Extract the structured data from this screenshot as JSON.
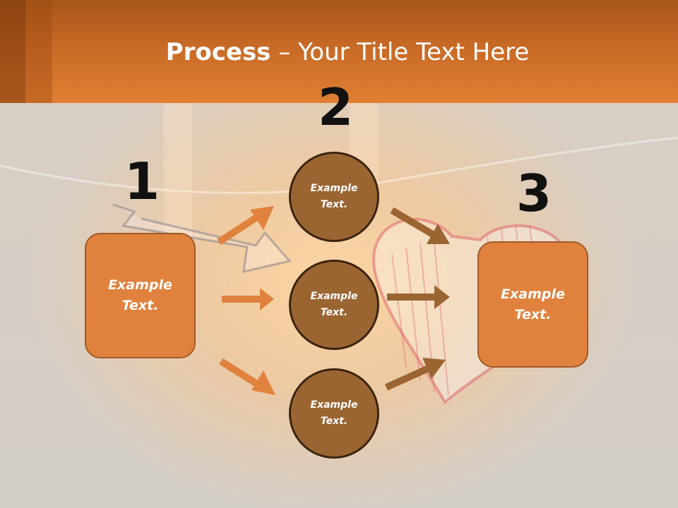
{
  "title": {
    "bold": "Process",
    "rest": " – Your Title Text Here"
  },
  "steps": {
    "n1": "1",
    "n2": "2",
    "n3": "3"
  },
  "left_box": {
    "text": "Example Text."
  },
  "right_box": {
    "text": "Example Text."
  },
  "circles": [
    {
      "text": "Example Text."
    },
    {
      "text": "Example Text."
    },
    {
      "text": "Example Text."
    }
  ],
  "colors": {
    "orange": "#e0823d",
    "brown": "#9b6532",
    "header": "#d9782f"
  },
  "icons": [
    "arrow-right-icon"
  ]
}
